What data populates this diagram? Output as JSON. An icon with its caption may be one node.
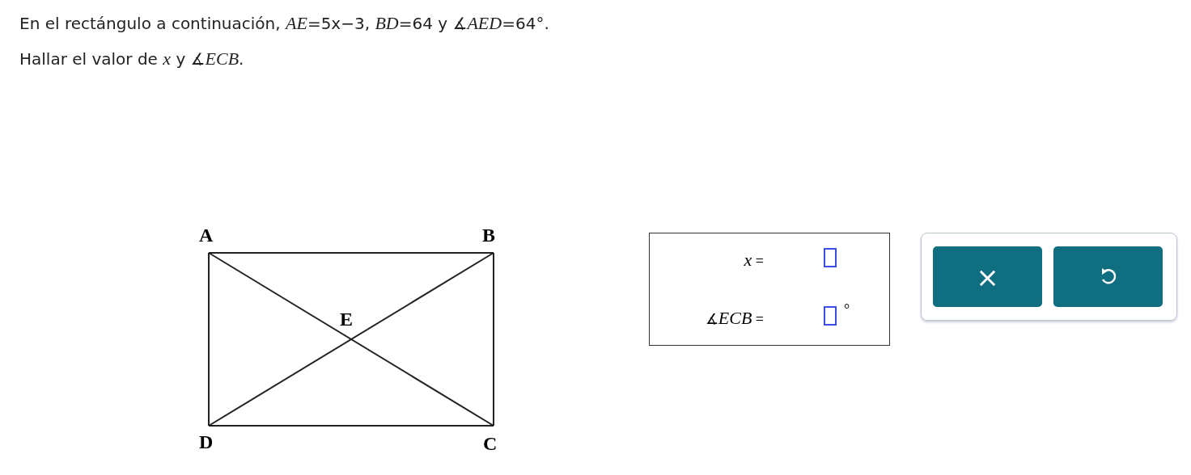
{
  "diagram": {
    "nodes": [
      {
        "text": [
          "*x* =",
          "∡*ECB* =",
          "°"
        ]
      },
      {
        "text": [],
        "shape": "box"
      },
      {
        "text": [
          "×"
        ],
        "in": 1
      },
      {
        "text": [],
        "shape": "picture",
        "in": 1
      }
    ],
    "labels": [
      "En el rectángulo a continuación, *AE*=5x−3, *BD*=64 y ∡*AED*=64°.",
      "Hallar el valor de *x* y ∡*ECB*.",
      "A",
      "B",
      "E",
      "D",
      "C"
    ]
  }
}
